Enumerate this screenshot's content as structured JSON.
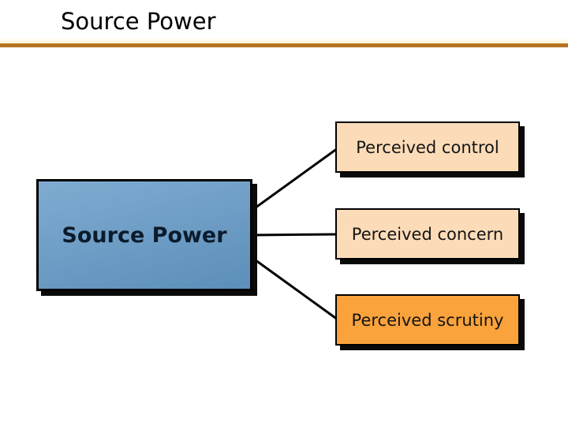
{
  "slide": {
    "title": "Source Power",
    "accent_rule_color": "#b5741f",
    "background_color": "#ffffff"
  },
  "diagram": {
    "source_node": {
      "label": "Source Power",
      "fill_css": "linear-gradient(165deg, #7fabd0 0%, #5c8fba 100%)",
      "text_color": "#0b1b2b",
      "border_color": "#000000"
    },
    "target_nodes": [
      {
        "id": "perceived-control",
        "label": "Perceived control",
        "fill": "#fcdcb8"
      },
      {
        "id": "perceived-concern",
        "label": "Perceived concern",
        "fill": "#fcdcb8"
      },
      {
        "id": "perceived-scrutiny",
        "label": "Perceived scrutiny",
        "fill": "#faa33c"
      }
    ],
    "connector_color": "#000000",
    "shadow_color": "#0a0a0a"
  }
}
